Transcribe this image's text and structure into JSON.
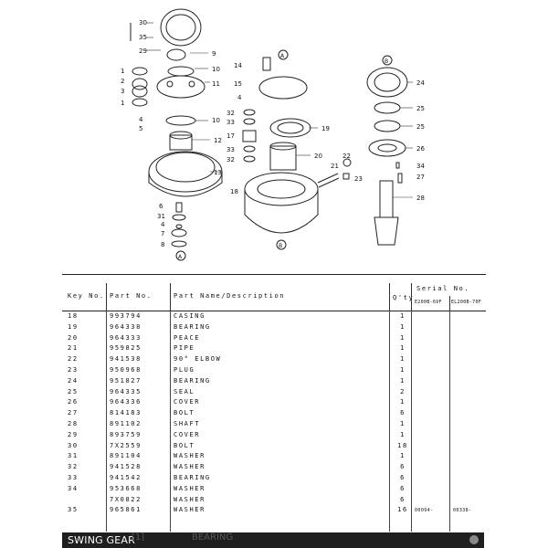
{
  "diagram": {
    "callouts": [
      "30",
      "35",
      "29",
      "9",
      "10",
      "11",
      "1",
      "2",
      "3",
      "1",
      "4",
      "5",
      "10",
      "12",
      "13",
      "6",
      "31",
      "4",
      "7",
      "8",
      "A",
      "14",
      "A",
      "15",
      "4",
      "32",
      "33",
      "17",
      "33",
      "32",
      "19",
      "20",
      "22",
      "21",
      "23",
      "18",
      "B",
      "B",
      "24",
      "25",
      "25",
      "26",
      "34",
      "27",
      "28"
    ]
  },
  "table": {
    "headers": {
      "key_no": "Key No.",
      "part_no": "Part No.",
      "part_name": "Part Name/Description",
      "qty": "Q'ty",
      "serial": "Serial No.",
      "serial_col1": "E200B-69F",
      "serial_col2": "EL200B-70F"
    },
    "rows": [
      {
        "key": "18",
        "part": "993794",
        "name": "CASING",
        "qty": "1",
        "s1": "",
        "s2": ""
      },
      {
        "key": "19",
        "part": "964338",
        "name": "BEARING",
        "qty": "1",
        "s1": "",
        "s2": ""
      },
      {
        "key": "20",
        "part": "964333",
        "name": "PEACE",
        "qty": "1",
        "s1": "",
        "s2": ""
      },
      {
        "key": "21",
        "part": "959825",
        "name": "PIPE",
        "qty": "1",
        "s1": "",
        "s2": ""
      },
      {
        "key": "22",
        "part": "941538",
        "name": "90° ELBOW",
        "qty": "1",
        "s1": "",
        "s2": ""
      },
      {
        "key": "23",
        "part": "950968",
        "name": "PLUG",
        "qty": "1",
        "s1": "",
        "s2": ""
      },
      {
        "key": "24",
        "part": "951827",
        "name": "BEARING",
        "qty": "1",
        "s1": "",
        "s2": ""
      },
      {
        "key": "25",
        "part": "964335",
        "name": "SEAL",
        "qty": "2",
        "s1": "",
        "s2": ""
      },
      {
        "key": "26",
        "part": "964336",
        "name": "COVER",
        "qty": "1",
        "s1": "",
        "s2": ""
      },
      {
        "key": "27",
        "part": "814183",
        "name": "BOLT",
        "qty": "6",
        "s1": "",
        "s2": ""
      },
      {
        "key": "28",
        "part": "891102",
        "name": "SHAFT",
        "qty": "1",
        "s1": "",
        "s2": ""
      },
      {
        "key": "29",
        "part": "893759",
        "name": "COVER",
        "qty": "1",
        "s1": "",
        "s2": ""
      },
      {
        "key": "30",
        "part": "7X2559",
        "name": "BOLT",
        "qty": "18",
        "s1": "",
        "s2": ""
      },
      {
        "key": "31",
        "part": "891104",
        "name": "WASHER",
        "qty": "1",
        "s1": "",
        "s2": ""
      },
      {
        "key": "32",
        "part": "941528",
        "name": "WASHER",
        "qty": "6",
        "s1": "",
        "s2": ""
      },
      {
        "key": "33",
        "part": "941542",
        "name": "BEARING",
        "qty": "6",
        "s1": "",
        "s2": ""
      },
      {
        "key": "34",
        "part": "953668",
        "name": "WASHER",
        "qty": "6",
        "s1": "",
        "s2": ""
      },
      {
        "key": "",
        "part": "7X0822",
        "name": "WASHER",
        "qty": "6",
        "s1": "",
        "s2": ""
      },
      {
        "key": "35",
        "part": "965861",
        "name": "WASHER",
        "qty": "16",
        "s1": "00094-",
        "s2": "00338-"
      }
    ]
  },
  "footer": {
    "title": "SWING GEAR",
    "ghost_key": "[1]",
    "ghost_name": "BEARING"
  }
}
